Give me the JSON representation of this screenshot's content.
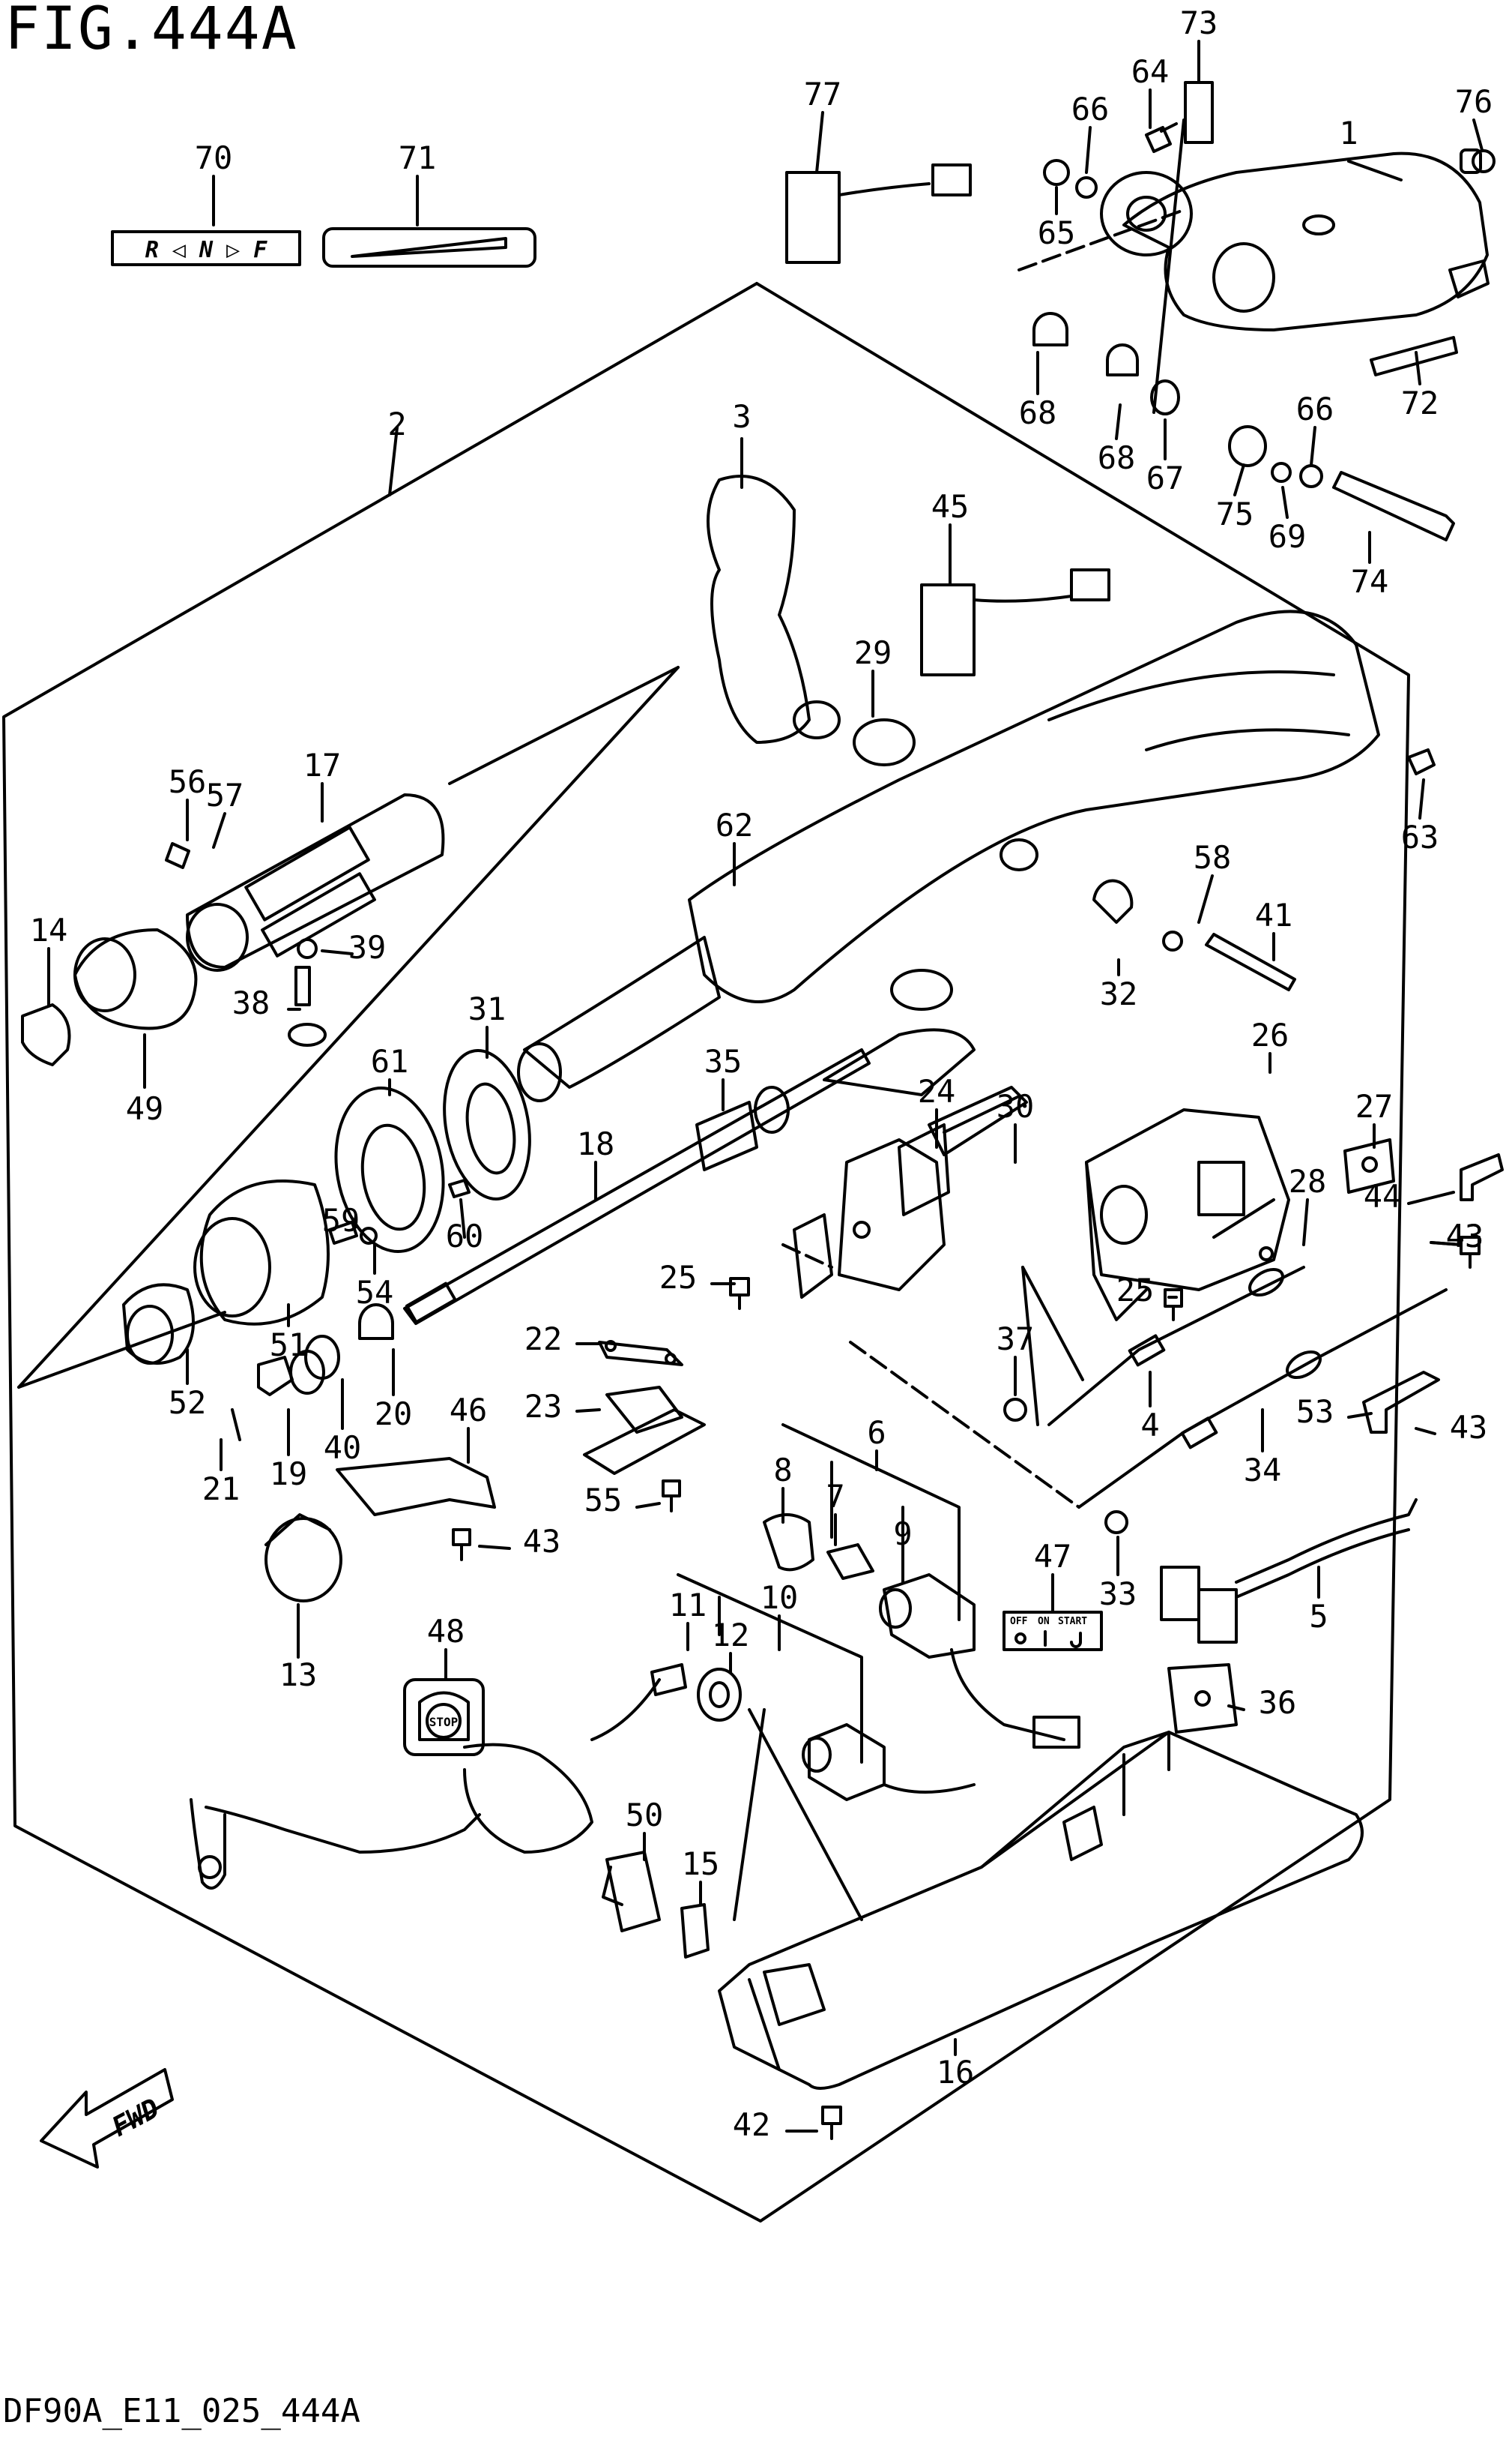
{
  "figure": {
    "title": "FIG.444A",
    "footer": "DF90A_E11_025_444A"
  },
  "decals": {
    "shift_label": "R ◁ N ▷ F",
    "stop_button_label": "STOP",
    "switch_plate": {
      "off": "OFF",
      "on": "ON",
      "start": "START"
    },
    "fwd_arrow": "FWD"
  },
  "callouts": [
    {
      "id": "1"
    },
    {
      "id": "2"
    },
    {
      "id": "3"
    },
    {
      "id": "4"
    },
    {
      "id": "5"
    },
    {
      "id": "6"
    },
    {
      "id": "7"
    },
    {
      "id": "8"
    },
    {
      "id": "9"
    },
    {
      "id": "10"
    },
    {
      "id": "11"
    },
    {
      "id": "12"
    },
    {
      "id": "13"
    },
    {
      "id": "14"
    },
    {
      "id": "15"
    },
    {
      "id": "16"
    },
    {
      "id": "17"
    },
    {
      "id": "18"
    },
    {
      "id": "19"
    },
    {
      "id": "20"
    },
    {
      "id": "21"
    },
    {
      "id": "22"
    },
    {
      "id": "23"
    },
    {
      "id": "24"
    },
    {
      "id": "25"
    },
    {
      "id": "25"
    },
    {
      "id": "26"
    },
    {
      "id": "27"
    },
    {
      "id": "28"
    },
    {
      "id": "29"
    },
    {
      "id": "30"
    },
    {
      "id": "31"
    },
    {
      "id": "32"
    },
    {
      "id": "33"
    },
    {
      "id": "34"
    },
    {
      "id": "35"
    },
    {
      "id": "36"
    },
    {
      "id": "37"
    },
    {
      "id": "38"
    },
    {
      "id": "39"
    },
    {
      "id": "40"
    },
    {
      "id": "41"
    },
    {
      "id": "42"
    },
    {
      "id": "43"
    },
    {
      "id": "43"
    },
    {
      "id": "43"
    },
    {
      "id": "43"
    },
    {
      "id": "44"
    },
    {
      "id": "45"
    },
    {
      "id": "46"
    },
    {
      "id": "47"
    },
    {
      "id": "48"
    },
    {
      "id": "49"
    },
    {
      "id": "50"
    },
    {
      "id": "51"
    },
    {
      "id": "52"
    },
    {
      "id": "53"
    },
    {
      "id": "54"
    },
    {
      "id": "55"
    },
    {
      "id": "56"
    },
    {
      "id": "57"
    },
    {
      "id": "58"
    },
    {
      "id": "59"
    },
    {
      "id": "60"
    },
    {
      "id": "61"
    },
    {
      "id": "62"
    },
    {
      "id": "63"
    },
    {
      "id": "64"
    },
    {
      "id": "65"
    },
    {
      "id": "66"
    },
    {
      "id": "66"
    },
    {
      "id": "67"
    },
    {
      "id": "68"
    },
    {
      "id": "68"
    },
    {
      "id": "69"
    },
    {
      "id": "70"
    },
    {
      "id": "71"
    },
    {
      "id": "72"
    },
    {
      "id": "73"
    },
    {
      "id": "74"
    },
    {
      "id": "75"
    },
    {
      "id": "76"
    },
    {
      "id": "77"
    }
  ]
}
